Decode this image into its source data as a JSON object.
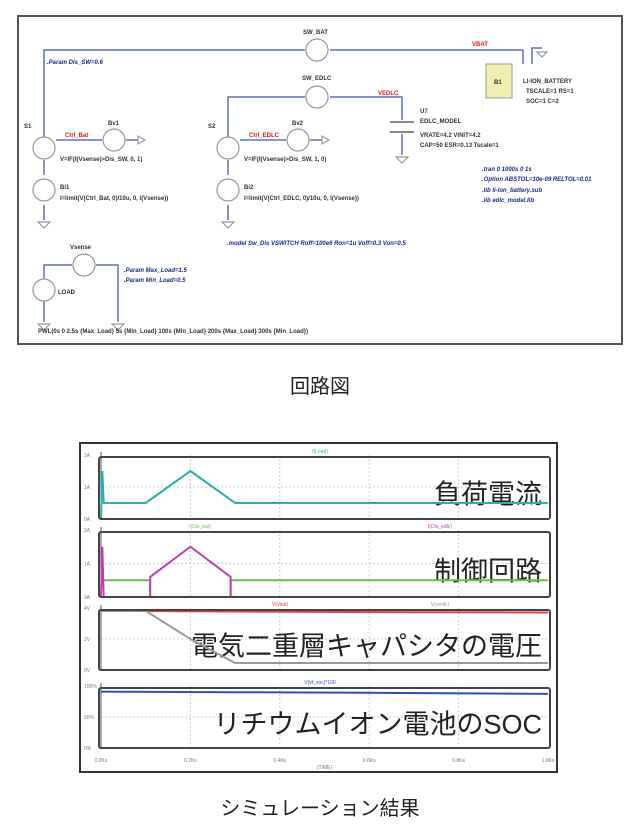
{
  "circuit": {
    "param_dis_sw": ".Param Dis_SW=0.6",
    "sw_bat": "SW_BAT",
    "sw_edlc": "SW_EDLC",
    "vbat_label": "VBAT",
    "vedlc_label": "VEDLC",
    "s1": "S1",
    "s2": "S2",
    "ctrl_bat": "Ctrl_Bat",
    "ctrl_edlc": "Ctrl_EDLC",
    "bv1": "Bv1",
    "bv2": "Bv2",
    "bv1_expr": "V=IF(I(Vsense)>Dis_SW, 0, 1)",
    "bv2_expr": "V=IF(I(Vsense)>Dis_SW, 1, 0)",
    "bi1": "Bi1",
    "bi2": "Bi2",
    "bi1_expr": "I=limit(V(Ctrl_Bat, 0)/10u, 0, I(Vsense))",
    "bi2_expr": "I=limit(V(Ctrl_EDLC, 0)/10u, 0, I(Vsense))",
    "model_line": ".model Sw_Dis VSWITCH Roff=100e6 Ron=1u Voff=0.3 Von=0.5",
    "vsense": "Vsense",
    "param_max": ".Param Max_Load=1.5",
    "param_min": ".Param Min_Load=0.5",
    "load": "LOAD",
    "pwl": "PWL(0s 0 2.5s {Max_Load} 5s {Min_Load} 100s {Min_Load} 200s {Max_Load} 300s {Min_Load})",
    "u7": "U7",
    "edlc_model": "EDLC_MODEL",
    "edlc_p1": "VRATE=4.2 VINIT=4.2",
    "edlc_p2": "CAP=50 ESR=0.13 Tscale=1",
    "b1": "B1",
    "battery": "LI-ION_BATTERY",
    "bat_p1": "TSCALE=1 RS=1",
    "bat_p2": "SOC=1 C=2",
    "tran": ".tran 0 1000s 0 1s",
    "option": ".Option ABSTOL=10e-09 RELTOL=0.01",
    "lib1": ".lib li-ion_battery.sub",
    "lib2": ".lib edlc_model.lib"
  },
  "captions": {
    "circuit": "回路図",
    "simulation": "シミュレーション結果"
  },
  "chart_data": [
    {
      "type": "line",
      "title": "負荷電流",
      "ylim": [
        0,
        2
      ],
      "yticks": [
        "2A",
        "1A",
        "0A"
      ],
      "series": [
        {
          "name": "I(Load)",
          "color": "#2ab0b0",
          "x": [
            0,
            0.003,
            0.006,
            0.1,
            0.2,
            0.3,
            1.0
          ],
          "y": [
            0,
            1.5,
            0.5,
            0.5,
            1.5,
            0.5,
            0.5
          ]
        }
      ]
    },
    {
      "type": "line",
      "title": "制御回路",
      "ylim": [
        0,
        2
      ],
      "yticks": [
        "2A",
        "1A",
        "0A"
      ],
      "series": [
        {
          "name": "I(Dis_bat)",
          "color": "#6cc040",
          "x": [
            0.006,
            0.11,
            0.11,
            0.29,
            0.29,
            1.0
          ],
          "y": [
            0.5,
            0.5,
            0,
            0,
            0.5,
            0.5
          ]
        },
        {
          "name": "I(Dis_edlc)",
          "color": "#c040b0",
          "x": [
            0,
            0.003,
            0.006,
            0.11,
            0.11,
            0.2,
            0.29,
            0.29,
            1.0
          ],
          "y": [
            0,
            1.5,
            0,
            0,
            0.6,
            1.5,
            0.6,
            0,
            0
          ]
        }
      ]
    },
    {
      "type": "line",
      "title": "電気二重層キャパシタの電圧",
      "ylim": [
        0,
        4.4
      ],
      "yticks": [
        "4V",
        "2V",
        "0V"
      ],
      "series": [
        {
          "name": "V(vbat)",
          "color": "#e84040",
          "x": [
            0,
            0.3,
            0.7,
            1.0
          ],
          "y": [
            4.2,
            4.15,
            4.1,
            4.08
          ]
        },
        {
          "name": "V(vedlc)",
          "color": "#999999",
          "x": [
            0,
            0.1,
            0.2,
            0.3,
            1.0
          ],
          "y": [
            4.2,
            4.2,
            2.2,
            0.5,
            0.5
          ]
        }
      ]
    },
    {
      "type": "line",
      "title": "リチウムイオン電池のSOC",
      "ylim": [
        0,
        110
      ],
      "yticks": [
        "100%",
        "50%",
        "0%"
      ],
      "series": [
        {
          "name": "V(vf_soc)*100",
          "color": "#3050b0",
          "x": [
            0,
            0.3,
            0.6,
            1.0
          ],
          "y": [
            100,
            99,
            98,
            96
          ]
        }
      ]
    }
  ],
  "x_axis": {
    "ticks": [
      "0.0Ks",
      "0.2Ks",
      "0.4Ks",
      "0.6Ks",
      "0.8Ks",
      "1.0Ks"
    ],
    "label": "(TIME)",
    "xlim": [
      0,
      1.0
    ]
  }
}
